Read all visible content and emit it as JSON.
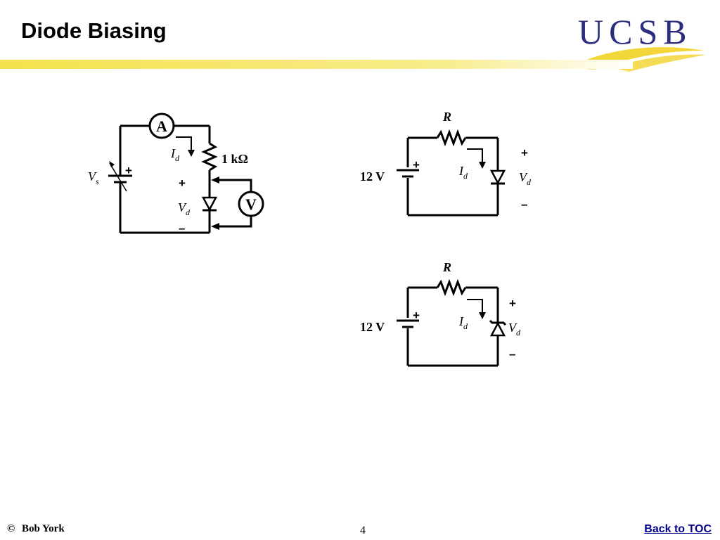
{
  "slide": {
    "title": "Diode Biasing",
    "page_number": "4",
    "copyright_symbol": "©",
    "author": "Bob York",
    "back_link": "Back to TOC"
  },
  "logo": {
    "text": "UCSB",
    "text_color": "#2b2d7e",
    "swoosh_color": "#f2d63a"
  },
  "colors": {
    "band_yellow": "#f4e24a",
    "wire": "#000000"
  },
  "circuit_a": {
    "ammeter": "A",
    "voltmeter": "V",
    "resistor": "1 kΩ",
    "current_label": "I",
    "current_sub": "d",
    "source_label": "V",
    "source_sub": "s",
    "diode_label": "V",
    "diode_sub": "d",
    "plus": "+",
    "minus": "–"
  },
  "circuit_b": {
    "resistor": "R",
    "source": "12 V",
    "current_label": "I",
    "current_sub": "d",
    "diode_label": "V",
    "diode_sub": "d",
    "plus": "+",
    "minus": "–"
  },
  "circuit_c": {
    "resistor": "R",
    "source": "12 V",
    "current_label": "I",
    "current_sub": "d",
    "diode_label": "V",
    "diode_sub": "d",
    "plus": "+",
    "minus": "–"
  }
}
